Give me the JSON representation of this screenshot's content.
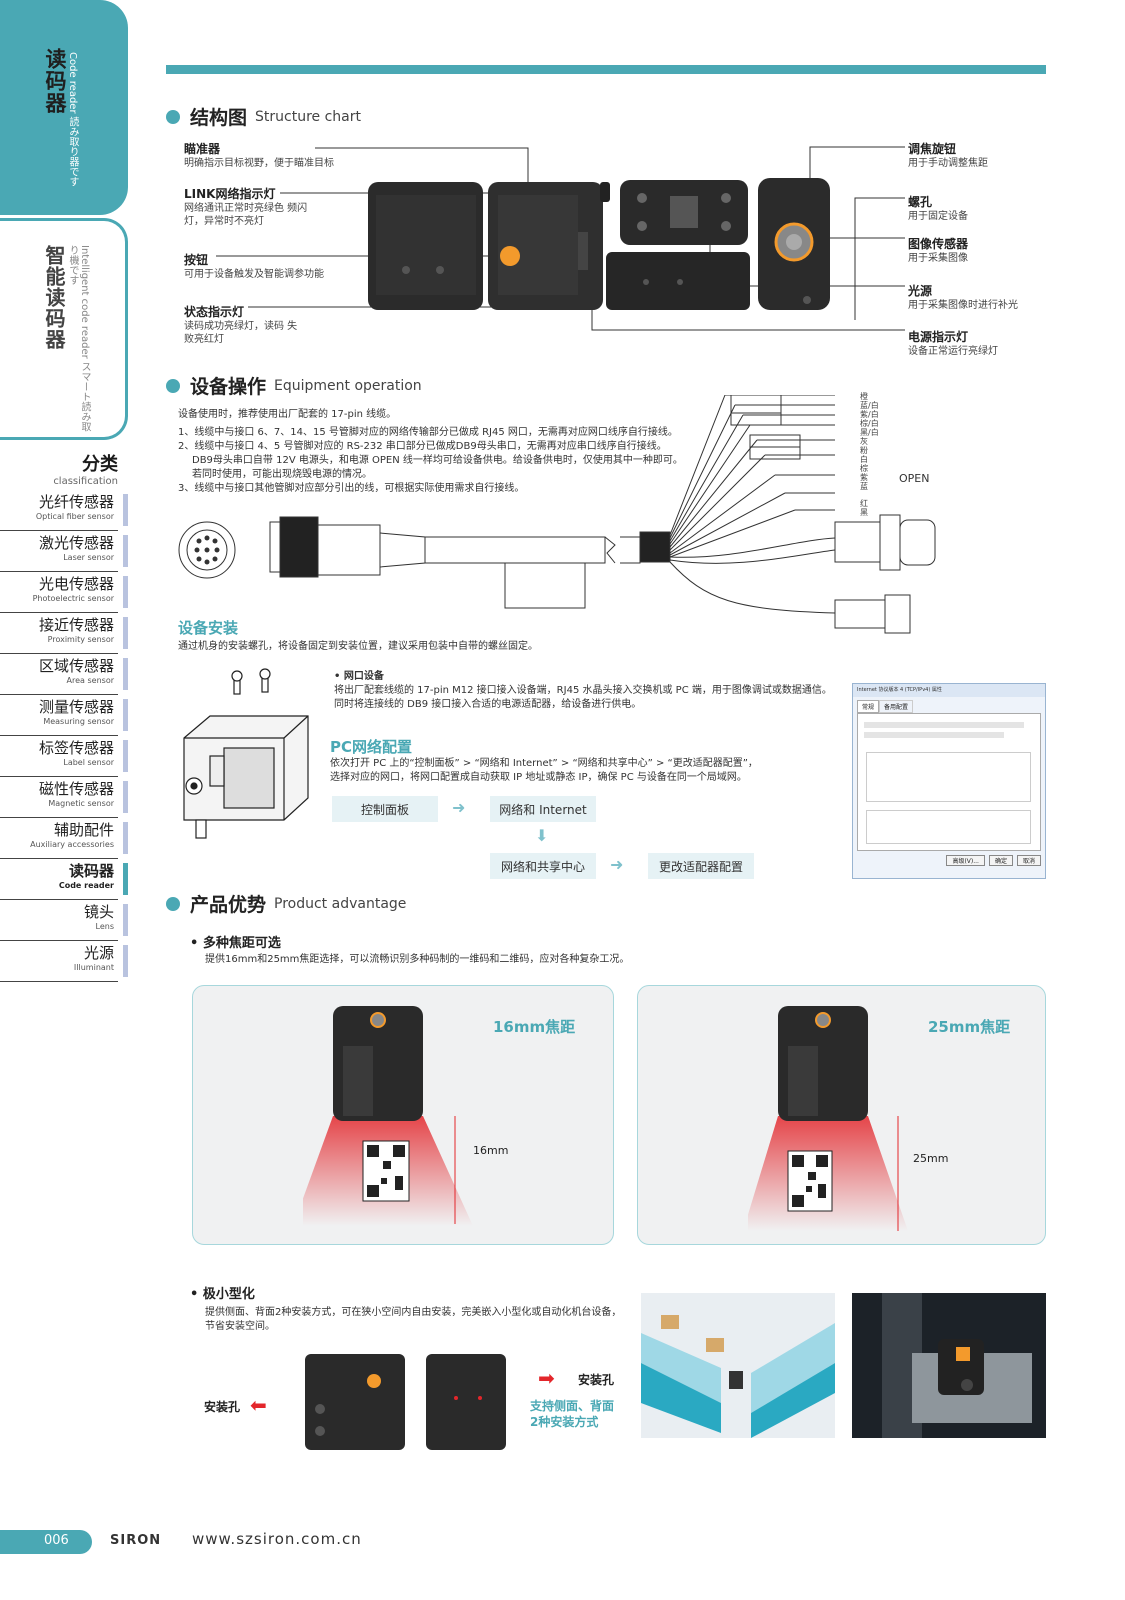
{
  "sidebar": {
    "product_tab": {
      "zh": "读码器",
      "jp": "Code reader 読み取り器です"
    },
    "smart_tab": {
      "zh": "智能读码器",
      "jp": "Intelligent code reader スマート読み取り機です"
    },
    "category_head": {
      "zh": "分类",
      "en": "classification"
    },
    "categories": [
      {
        "zh": "光纤传感器",
        "en": "Optical fiber sensor"
      },
      {
        "zh": "激光传感器",
        "en": "Laser sensor"
      },
      {
        "zh": "光电传感器",
        "en": "Photoelectric sensor"
      },
      {
        "zh": "接近传感器",
        "en": "Proximity sensor"
      },
      {
        "zh": "区域传感器",
        "en": "Area sensor"
      },
      {
        "zh": "测量传感器",
        "en": "Measuring sensor"
      },
      {
        "zh": "标签传感器",
        "en": "Label sensor"
      },
      {
        "zh": "磁性传感器",
        "en": "Magnetic sensor"
      },
      {
        "zh": "辅助配件",
        "en": "Auxiliary accessories"
      },
      {
        "zh": "读码器",
        "en": "Code reader"
      },
      {
        "zh": "镜头",
        "en": "Lens"
      },
      {
        "zh": "光源",
        "en": "Illuminant"
      }
    ]
  },
  "structure": {
    "zh": "结构图",
    "en": "Structure chart",
    "left_labels": [
      {
        "title": "瞄准器",
        "desc": "明确指示目标视野，便于瞄准目标"
      },
      {
        "title": "LINK网络指示灯",
        "desc": "网络通讯正常时亮绿色 频闪灯，异常时不亮灯"
      },
      {
        "title": "按钮",
        "desc": "可用于设备触发及智能调参功能"
      },
      {
        "title": "状态指示灯",
        "desc": "读码成功亮绿灯，读码 失败亮红灯"
      }
    ],
    "right_labels": [
      {
        "title": "调焦旋钮",
        "desc": "用于手动调整焦距"
      },
      {
        "title": "螺孔",
        "desc": "用于固定设备"
      },
      {
        "title": "图像传感器",
        "desc": "用于采集图像"
      },
      {
        "title": "光源",
        "desc": "用于采集图像时进行补光"
      },
      {
        "title": "电源指示灯",
        "desc": "设备正常运行亮绿灯"
      }
    ]
  },
  "operation": {
    "zh": "设备操作",
    "en": "Equipment operation",
    "intro": "设备使用时，推荐使用出厂配套的 17-pin 线缆。",
    "items": [
      "1、线缆中与接口 6、7、14、15 号管脚对应的网络传输部分已做成 RJ45 网口，无需再对应网口线序自行接线。",
      "2、线缆中与接口 4、5 号管脚对应的 RS-232 串口部分已做成DB9母头串口，无需再对应串口线序自行接线。",
      "DB9母头串口自带 12V 电源头，和电源 OPEN 线一样均可给设备供电。给设备供电时，仅使用其中一种即可。",
      "若同时使用，可能出现烧毁电源的情况。",
      "3、线缆中与接口其他管脚对应部分引出的线，可根据实际使用需求自行接线。"
    ],
    "wire_colors": [
      "橙",
      "蓝/白",
      "紫/白",
      "棕/白",
      "黑/白",
      "灰",
      "粉",
      "白",
      "棕",
      "紫",
      "蓝",
      "红",
      "黑"
    ],
    "open_label": "OPEN",
    "install_title": "设备安装",
    "install_desc": "通过机身的安装螺孔，将设备固定到安装位置，建议采用包装中自带的螺丝固定。",
    "network_title": "• 网口设备",
    "network_desc": [
      "将出厂配套线缆的 17-pin M12 接口接入设备端，RJ45 水晶头接入交换机或 PC 端，用于图像调试或数据通信。",
      "同时将连接线的 DB9 接口接入合适的电源适配器，给设备进行供电。"
    ],
    "pc_title": "PC网络配置",
    "pc_desc": [
      "依次打开 PC 上的“控制面板” > “网络和 Internet” > “网络和共享中心” > “更改适配器配置”，",
      "选择对应的网口，将网口配置成自动获取 IP 地址或静态 IP，确保 PC 与设备在同一个局域网。"
    ],
    "flow": [
      "控制面板",
      "网络和 Internet",
      "网络和共享中心",
      "更改适配器配置"
    ],
    "dialog": {
      "title": "Internet 协议版本 4 (TCP/IPv4) 属性",
      "tabs": [
        "常规",
        "备用配置"
      ],
      "buttons": [
        "高级(V)...",
        "确定",
        "取消"
      ]
    }
  },
  "advantage": {
    "zh": "产品优势",
    "en": "Product advantage",
    "focus_title": "• 多种焦距可选",
    "focus_desc": "提供16mm和25mm焦距选择，可以流畅识别多种码制的一维码和二维码，应对各种复杂工况。",
    "focus_16": {
      "title": "16mm焦距",
      "dim": "16mm"
    },
    "focus_25": {
      "title": "25mm焦距",
      "dim": "25mm"
    },
    "mini_title": "• 极小型化",
    "mini_desc": [
      "提供侧面、背面2种安装方式，可在狭小空间内自由安装，完美嵌入小型化或自动化机台设备，",
      "节省安装空间。"
    ],
    "hole_left": "安装孔",
    "hole_right": "安装孔",
    "mount_note": [
      "支持侧面、背面",
      "2种安装方式"
    ]
  },
  "footer": {
    "page": "006",
    "brand": "SIRON",
    "url": "www.szsiron.com.cn"
  },
  "colors": {
    "accent": "#4aa8b4",
    "orange": "#f39a2c",
    "red": "#e3262b"
  }
}
